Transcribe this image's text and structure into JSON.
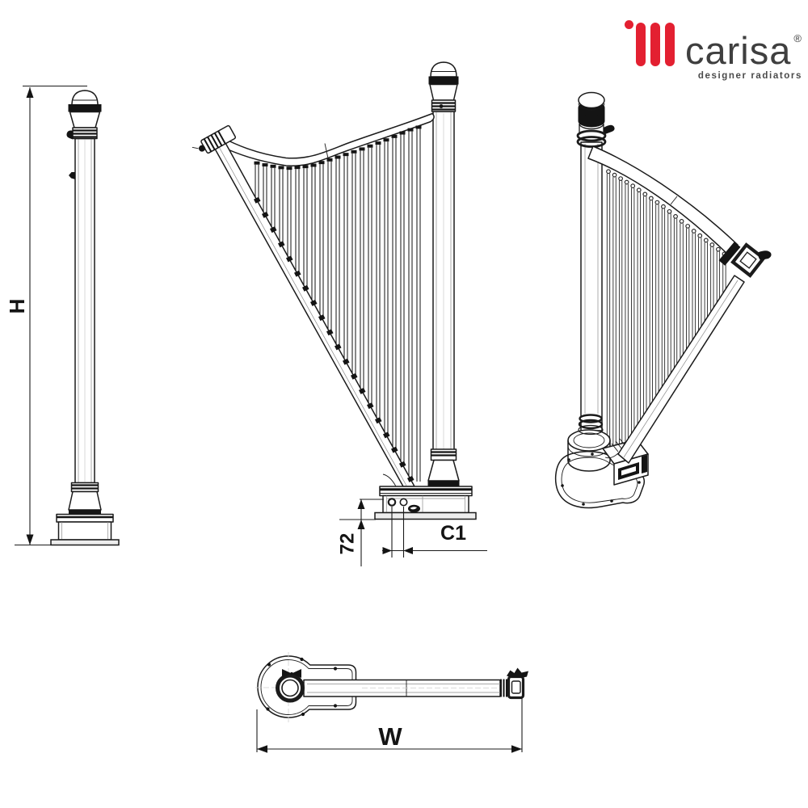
{
  "logo": {
    "brand": "carisa",
    "registered": "®",
    "tagline": "designer radiators",
    "accent_color": "#e32031",
    "text_color": "#3f3f3f"
  },
  "drawing": {
    "background": "#ffffff",
    "line_color": "#1b1b1b",
    "dimensions": {
      "height_label": "H",
      "width_label": "W",
      "base_height": "72",
      "connection_spacing": "C1"
    }
  }
}
